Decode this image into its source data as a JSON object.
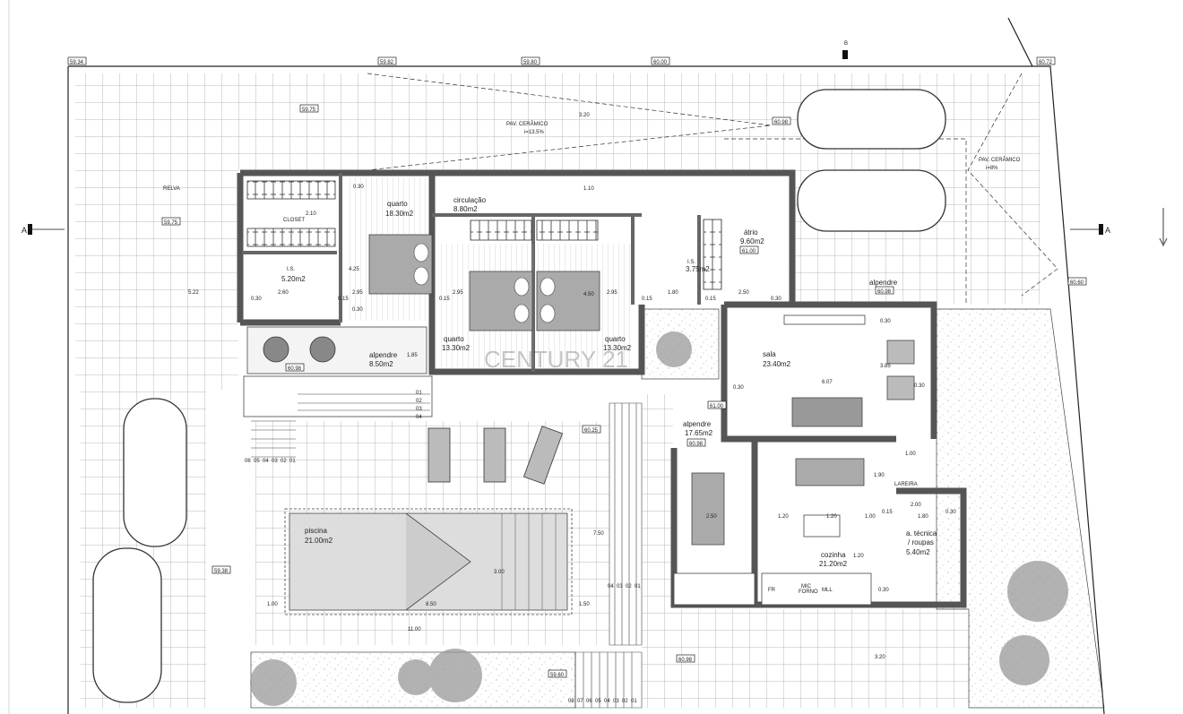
{
  "levels": {
    "l1": "59.34",
    "l2": "59.82",
    "l3": "59.80",
    "l4": "60.00",
    "l5": "60.72",
    "relva_level": "59.75",
    "top_terrace": "59.75",
    "garage": "60.98",
    "right_edge": "60.60",
    "alpendre_right": "60.98",
    "alpendre_quartos": "60.98",
    "sala": "61.00",
    "atrio": "61.00",
    "alpendre_17": "60.98",
    "pool_deck": "60.25",
    "left_parking": "59.38",
    "bottom_left": "59.60",
    "bottom_mid": "60.98"
  },
  "section_marks": {
    "a_left": "A",
    "a_right": "A",
    "b_top": "B"
  },
  "pavements": {
    "top_title": "PAV. CERÂMICO",
    "top_slope": "i=13.5%",
    "right_title": "PAV. CERÂMICO",
    "right_slope": "i=8%",
    "relva": "RELVA"
  },
  "rooms": {
    "quarto1": {
      "name": "quarto",
      "area": "18.30m2"
    },
    "circulacao": {
      "name": "circulação",
      "area": "8.80m2"
    },
    "closet": {
      "name": "CLOSET"
    },
    "is1": {
      "name": "I.S.",
      "area": "5.20m2"
    },
    "is2": {
      "name": "I.S.",
      "area": "3.75m2"
    },
    "atrio": {
      "name": "átrio",
      "area": "9.60m2"
    },
    "quarto2": {
      "name": "quarto",
      "area": "13.30m2"
    },
    "quarto3": {
      "name": "quarto",
      "area": "13.30m2"
    },
    "alpendre1": {
      "name": "alpendre",
      "area": "8.50m2"
    },
    "alpendre2": {
      "name": "alpendre"
    },
    "sala": {
      "name": "sala",
      "area": "23.40m2"
    },
    "alpendre3": {
      "name": "alpendre",
      "area": "17.65m2"
    },
    "cozinha": {
      "name": "cozinha",
      "area": "21.20m2"
    },
    "atecnica": {
      "name": "a. técnica",
      "name2": "/ roupas",
      "area": "5.40m2"
    },
    "piscina": {
      "name": "piscina",
      "area": "21.00m2"
    },
    "lareira": {
      "name": "LAREIRA"
    }
  },
  "kitchen_labels": {
    "fr": "FR",
    "mic": "MIC",
    "forno": "FORNO",
    "mll": "MLL"
  },
  "dimensions": {
    "d522": "5.22",
    "d030a": "0.30",
    "d260": "2.60",
    "d015a": "0.15",
    "d295a": "2.95",
    "d015b": "0.15",
    "d295b": "2.95",
    "d295c": "2.95",
    "d015c": "0.15",
    "d180": "1.80",
    "d015d": "0.15",
    "d250": "2.50",
    "d030b": "0.30",
    "d320": "3.20",
    "d110": "1.10",
    "d210": "2.10",
    "d030c": "0.30",
    "d425": "4.25",
    "d030d": "0.30",
    "d450": "4.50",
    "d185": "1.85",
    "d030e": "0.30",
    "d607": "6.07",
    "d030f": "0.30",
    "d385": "3.85",
    "d030g": "0.30",
    "d100a": "1.00",
    "d190": "1.90",
    "d250b": "2.50",
    "d120a": "1.20",
    "d120b": "1.20",
    "d100b": "1.00",
    "d015e": "0.15",
    "d180b": "1.80",
    "d030h": "0.30",
    "d120c": "1.20",
    "d200": "2.00",
    "d030i": "0.30",
    "d750": "7.50",
    "d300": "3.00",
    "d100c": "1.00",
    "d850": "8.50",
    "d150": "1.50",
    "d1100": "11.00",
    "d320b": "3.20"
  },
  "steps": {
    "stair_a": [
      "01",
      "02",
      "03",
      "04"
    ],
    "stair_b": [
      "06",
      "05",
      "04",
      "03",
      "02",
      "01"
    ],
    "stair_c": [
      "04",
      "03",
      "02",
      "01"
    ],
    "stair_d": [
      "08",
      "07",
      "06",
      "05",
      "04",
      "03",
      "02",
      "01"
    ]
  },
  "watermark": "CENTURY 21"
}
